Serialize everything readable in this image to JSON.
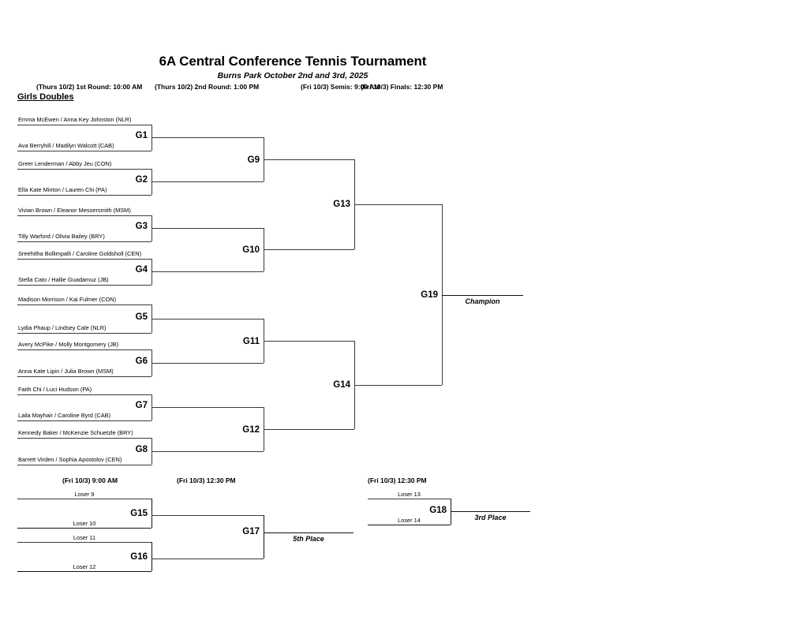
{
  "header": {
    "title": "6A Central Conference Tennis Tournament",
    "subtitle": "Burns Park October 2nd and 3rd,  2025",
    "schedule": [
      "(Thurs 10/2) 1st Round: 10:00 AM",
      "(Thurs 10/2) 2nd Round: 1:00 PM",
      "(Fri 10/3) Semis: 9:00 AM",
      "(Fri 10/3) Finals: 12:30 PM"
    ],
    "division": "Girls Doubles"
  },
  "round1": {
    "entries": [
      "Emma McEwen / Anna Key Johnston (NLR)",
      "Ava Berryhill / Madilyn Walcott (CAB)",
      "Greer Lenderman / Abby Jeu (CON)",
      "Ella Kate Minton / Lauren Chi (PA)",
      "Vivian Brown / Eleanor Messersmith (MSM)",
      "Tilly Warford / Olivia Bailey (BRY)",
      "Sreehitha Bollimpalli / Caroline Goldsholl (CEN)",
      "Stella Cato / Hallie Guadamuz (JB)",
      "Madison Morrison / Kai Fulmer (CON)",
      "Lydia Phaup / Lindsey Cale (NLR)",
      "Avery McPike / Molly Montgomery (JB)",
      "Anna Kate Lipin / Julia Brown (MSM)",
      "Faith Chi / Luci Hudson (PA)",
      "Laila Mayhair / Caroline Byrd (CAB)",
      "Kennedy Baker / McKenzie Schuetzle (BRY)",
      "Barrett Virden / Sophia Apostolov (CEN)"
    ],
    "games": [
      "G1",
      "G2",
      "G3",
      "G4",
      "G5",
      "G6",
      "G7",
      "G8"
    ]
  },
  "round2": {
    "games": [
      "G9",
      "G10",
      "G11",
      "G12"
    ]
  },
  "semis": {
    "games": [
      "G13",
      "G14"
    ]
  },
  "final": {
    "game": "G19",
    "result_label": "Champion"
  },
  "consolation": {
    "schedule": [
      "(Fri 10/3) 9:00 AM",
      "(Fri 10/3) 12:30 PM",
      "(Fri 10/3) 12:30 PM"
    ],
    "entries": [
      "Loser 9",
      "Loser 10",
      "Loser 11",
      "Loser 12"
    ],
    "games": [
      "G15",
      "G16"
    ],
    "final_game": "G17",
    "result_label": "5th Place"
  },
  "thirdplace": {
    "entries": [
      "Loser 13",
      "Loser 14"
    ],
    "game": "G18",
    "result_label": "3rd Place"
  },
  "colors": {
    "line": "#3a3a3a",
    "text": "#000000",
    "background": "#ffffff"
  }
}
